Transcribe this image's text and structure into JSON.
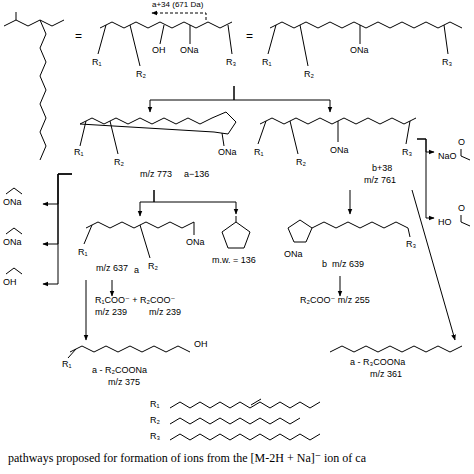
{
  "diagram": {
    "caption": "pathways proposed for formation of ions from the [M-2H + Na]⁻ ion of ca",
    "nodes": [
      {
        "text": [
          "R₁",
          "R₂",
          "OH",
          "ONa",
          "R₃"
        ]
      },
      {
        "text": [
          "R₁",
          "R₂",
          "ONa",
          "R₃"
        ]
      },
      {
        "text": [
          "R₁",
          "R₂",
          "ONa",
          "m/z 773",
          "a−136"
        ]
      },
      {
        "text": [
          "R₁",
          "R₂",
          "ONa",
          "R₃",
          "b+38",
          "m/z 761"
        ]
      },
      {
        "text": [
          "ONa"
        ]
      },
      {
        "text": [
          "O",
          "NaO"
        ]
      },
      {
        "text": [
          "ONa"
        ]
      },
      {
        "text": [
          "R₁",
          "ONa",
          "R₂",
          "m/z 637",
          "a"
        ]
      },
      {
        "text": [
          "m.w. = 136"
        ]
      },
      {
        "text": [
          "ONa",
          "R₃",
          "b",
          "m/z 639"
        ]
      },
      {
        "text": [
          "O",
          "HO"
        ]
      },
      {
        "text": [
          "OH"
        ]
      },
      {
        "text": [
          "R₁COO⁻ + R₂COO⁻",
          "m/z 239",
          "m/z 239"
        ]
      },
      {
        "text": [
          "R₂COO⁻ m/z 255"
        ]
      },
      {
        "text": [
          "R₁",
          "OH",
          "a - R₂COONa",
          "m/z 375"
        ]
      },
      {
        "text": [
          "a - R₃COONa",
          "m/z 361"
        ]
      }
    ],
    "edges": [
      {
        "from": 0,
        "to": 2,
        "arrow": "to"
      },
      {
        "from": 0,
        "to": 3,
        "arrow": "to"
      },
      {
        "from": 2,
        "to": 4,
        "arrow": "to"
      },
      {
        "from": 2,
        "to": 6,
        "arrow": "to"
      },
      {
        "from": 2,
        "to": 11,
        "arrow": "to"
      },
      {
        "from": 2,
        "to": 7,
        "arrow": "to"
      },
      {
        "from": 2,
        "to": 8,
        "arrow": "to"
      },
      {
        "from": 3,
        "to": 9,
        "arrow": "to"
      },
      {
        "from": 3,
        "to": 5,
        "arrow": "to"
      },
      {
        "from": 3,
        "to": 15,
        "arrow": "to"
      },
      {
        "from": 3,
        "to": 10,
        "arrow": "to"
      },
      {
        "from": 7,
        "to": 12,
        "arrow": "to"
      },
      {
        "from": 7,
        "to": 14,
        "arrow": "to"
      },
      {
        "from": 9,
        "to": 13,
        "arrow": "to"
      }
    ],
    "labels": [
      "a+34 (671 Da)",
      "=",
      "="
    ],
    "legend": [
      {
        "text": "R₁"
      },
      {
        "text": "R₂"
      },
      {
        "text": "R₃"
      }
    ]
  }
}
